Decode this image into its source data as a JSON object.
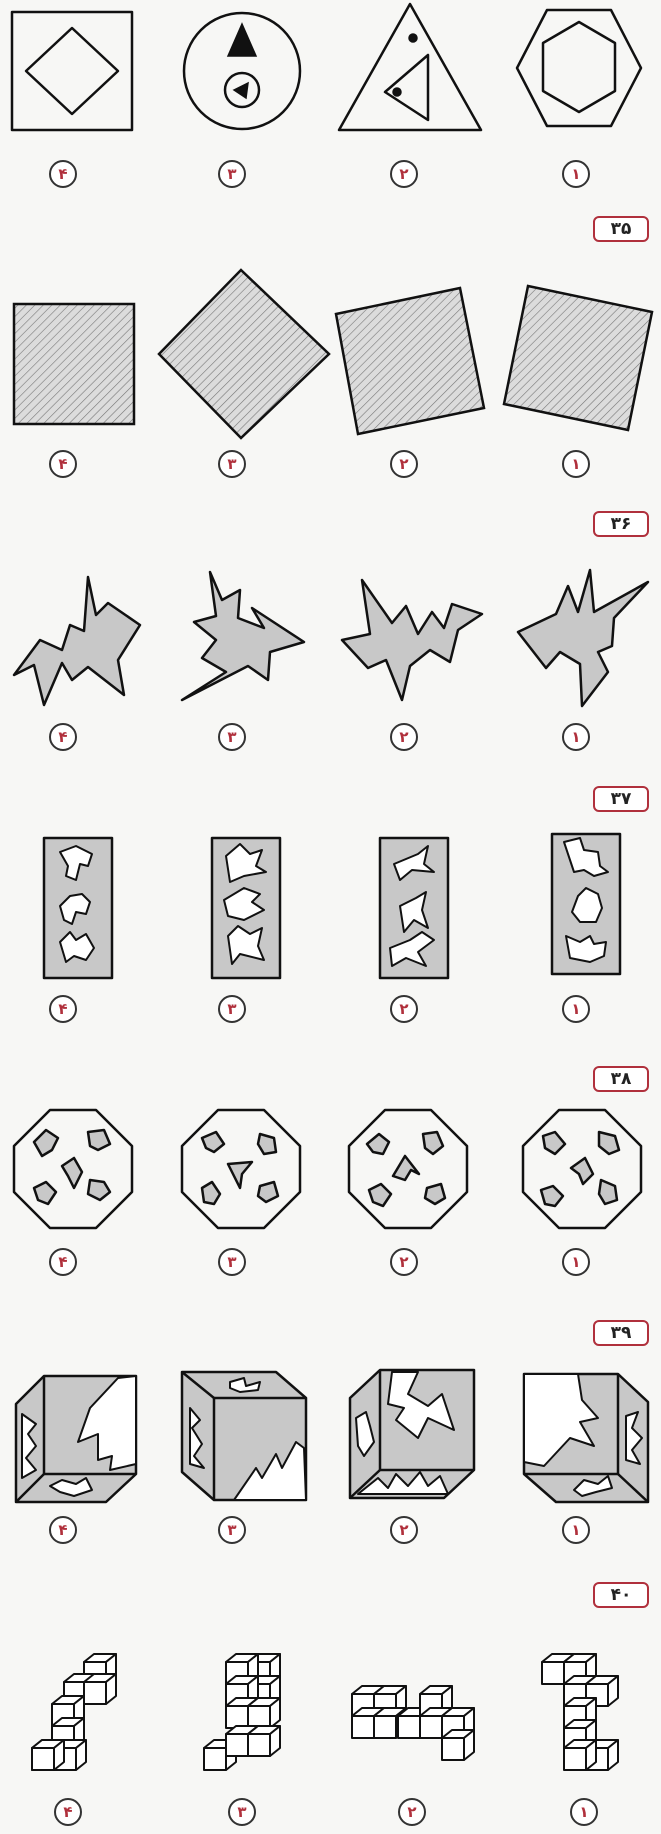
{
  "questions": [
    {
      "id": "q34",
      "number": "",
      "options": [
        "۴",
        "۳",
        "۲",
        "۱"
      ]
    },
    {
      "id": "q35",
      "number": "۳۵",
      "options": [
        "۴",
        "۳",
        "۲",
        "۱"
      ]
    },
    {
      "id": "q36",
      "number": "۳۶",
      "options": [
        "۴",
        "۳",
        "۲",
        "۱"
      ]
    },
    {
      "id": "q37",
      "number": "۳۷",
      "options": [
        "۴",
        "۳",
        "۲",
        "۱"
      ]
    },
    {
      "id": "q38",
      "number": "۳۸",
      "options": [
        "۴",
        "۳",
        "۲",
        "۱"
      ]
    },
    {
      "id": "q39",
      "number": "۳۹",
      "options": [
        "۴",
        "۳",
        "۲",
        "۱"
      ]
    },
    {
      "id": "q40",
      "number": "۴۰",
      "options": [
        "۴",
        "۳",
        "۲",
        "۱"
      ]
    }
  ],
  "colors": {
    "badge_border": "#b0303c",
    "label_text": "#b0303c",
    "fill_gray": "#c8c8c8"
  }
}
